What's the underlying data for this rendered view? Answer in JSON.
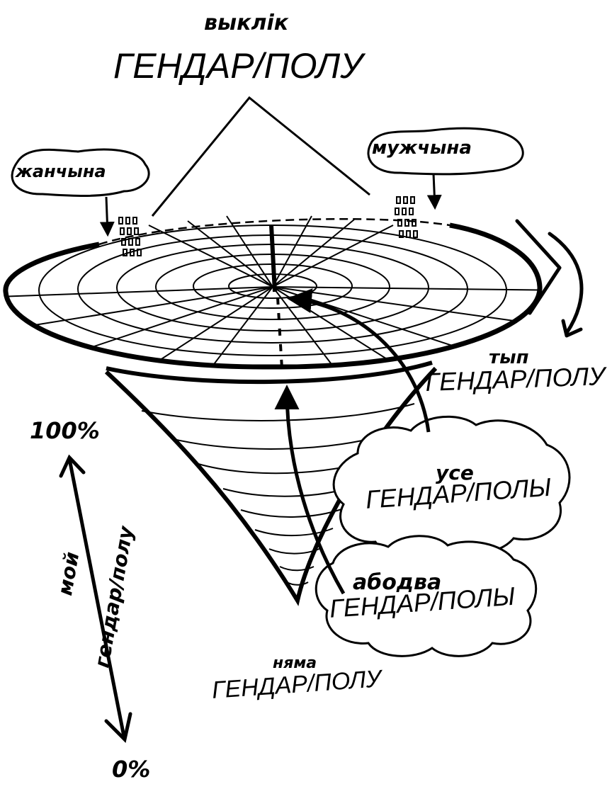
{
  "colors": {
    "ink": "#000000",
    "paper": "#ffffff"
  },
  "top": {
    "small": "выклік",
    "big": "ГЕНДАР/ПОЛУ"
  },
  "woman_bubble": "жанчына",
  "man_bubble": "мужчына",
  "right": {
    "small": "тып",
    "big": "ГЕНДАР/ПОЛУ"
  },
  "all_cloud": {
    "small": "усе",
    "big": "ГЕНДАР/ПОЛЫ"
  },
  "both_cloud": {
    "small": "абодва",
    "big": "ГЕНДАР/ПОЛЫ"
  },
  "bottom": {
    "small": "няма",
    "big": "ГЕНДАР/ПОЛУ"
  },
  "scale": {
    "top": "100%",
    "bottom": "0%",
    "caption_line1": "мой",
    "caption_line2": "гендар/полу"
  }
}
